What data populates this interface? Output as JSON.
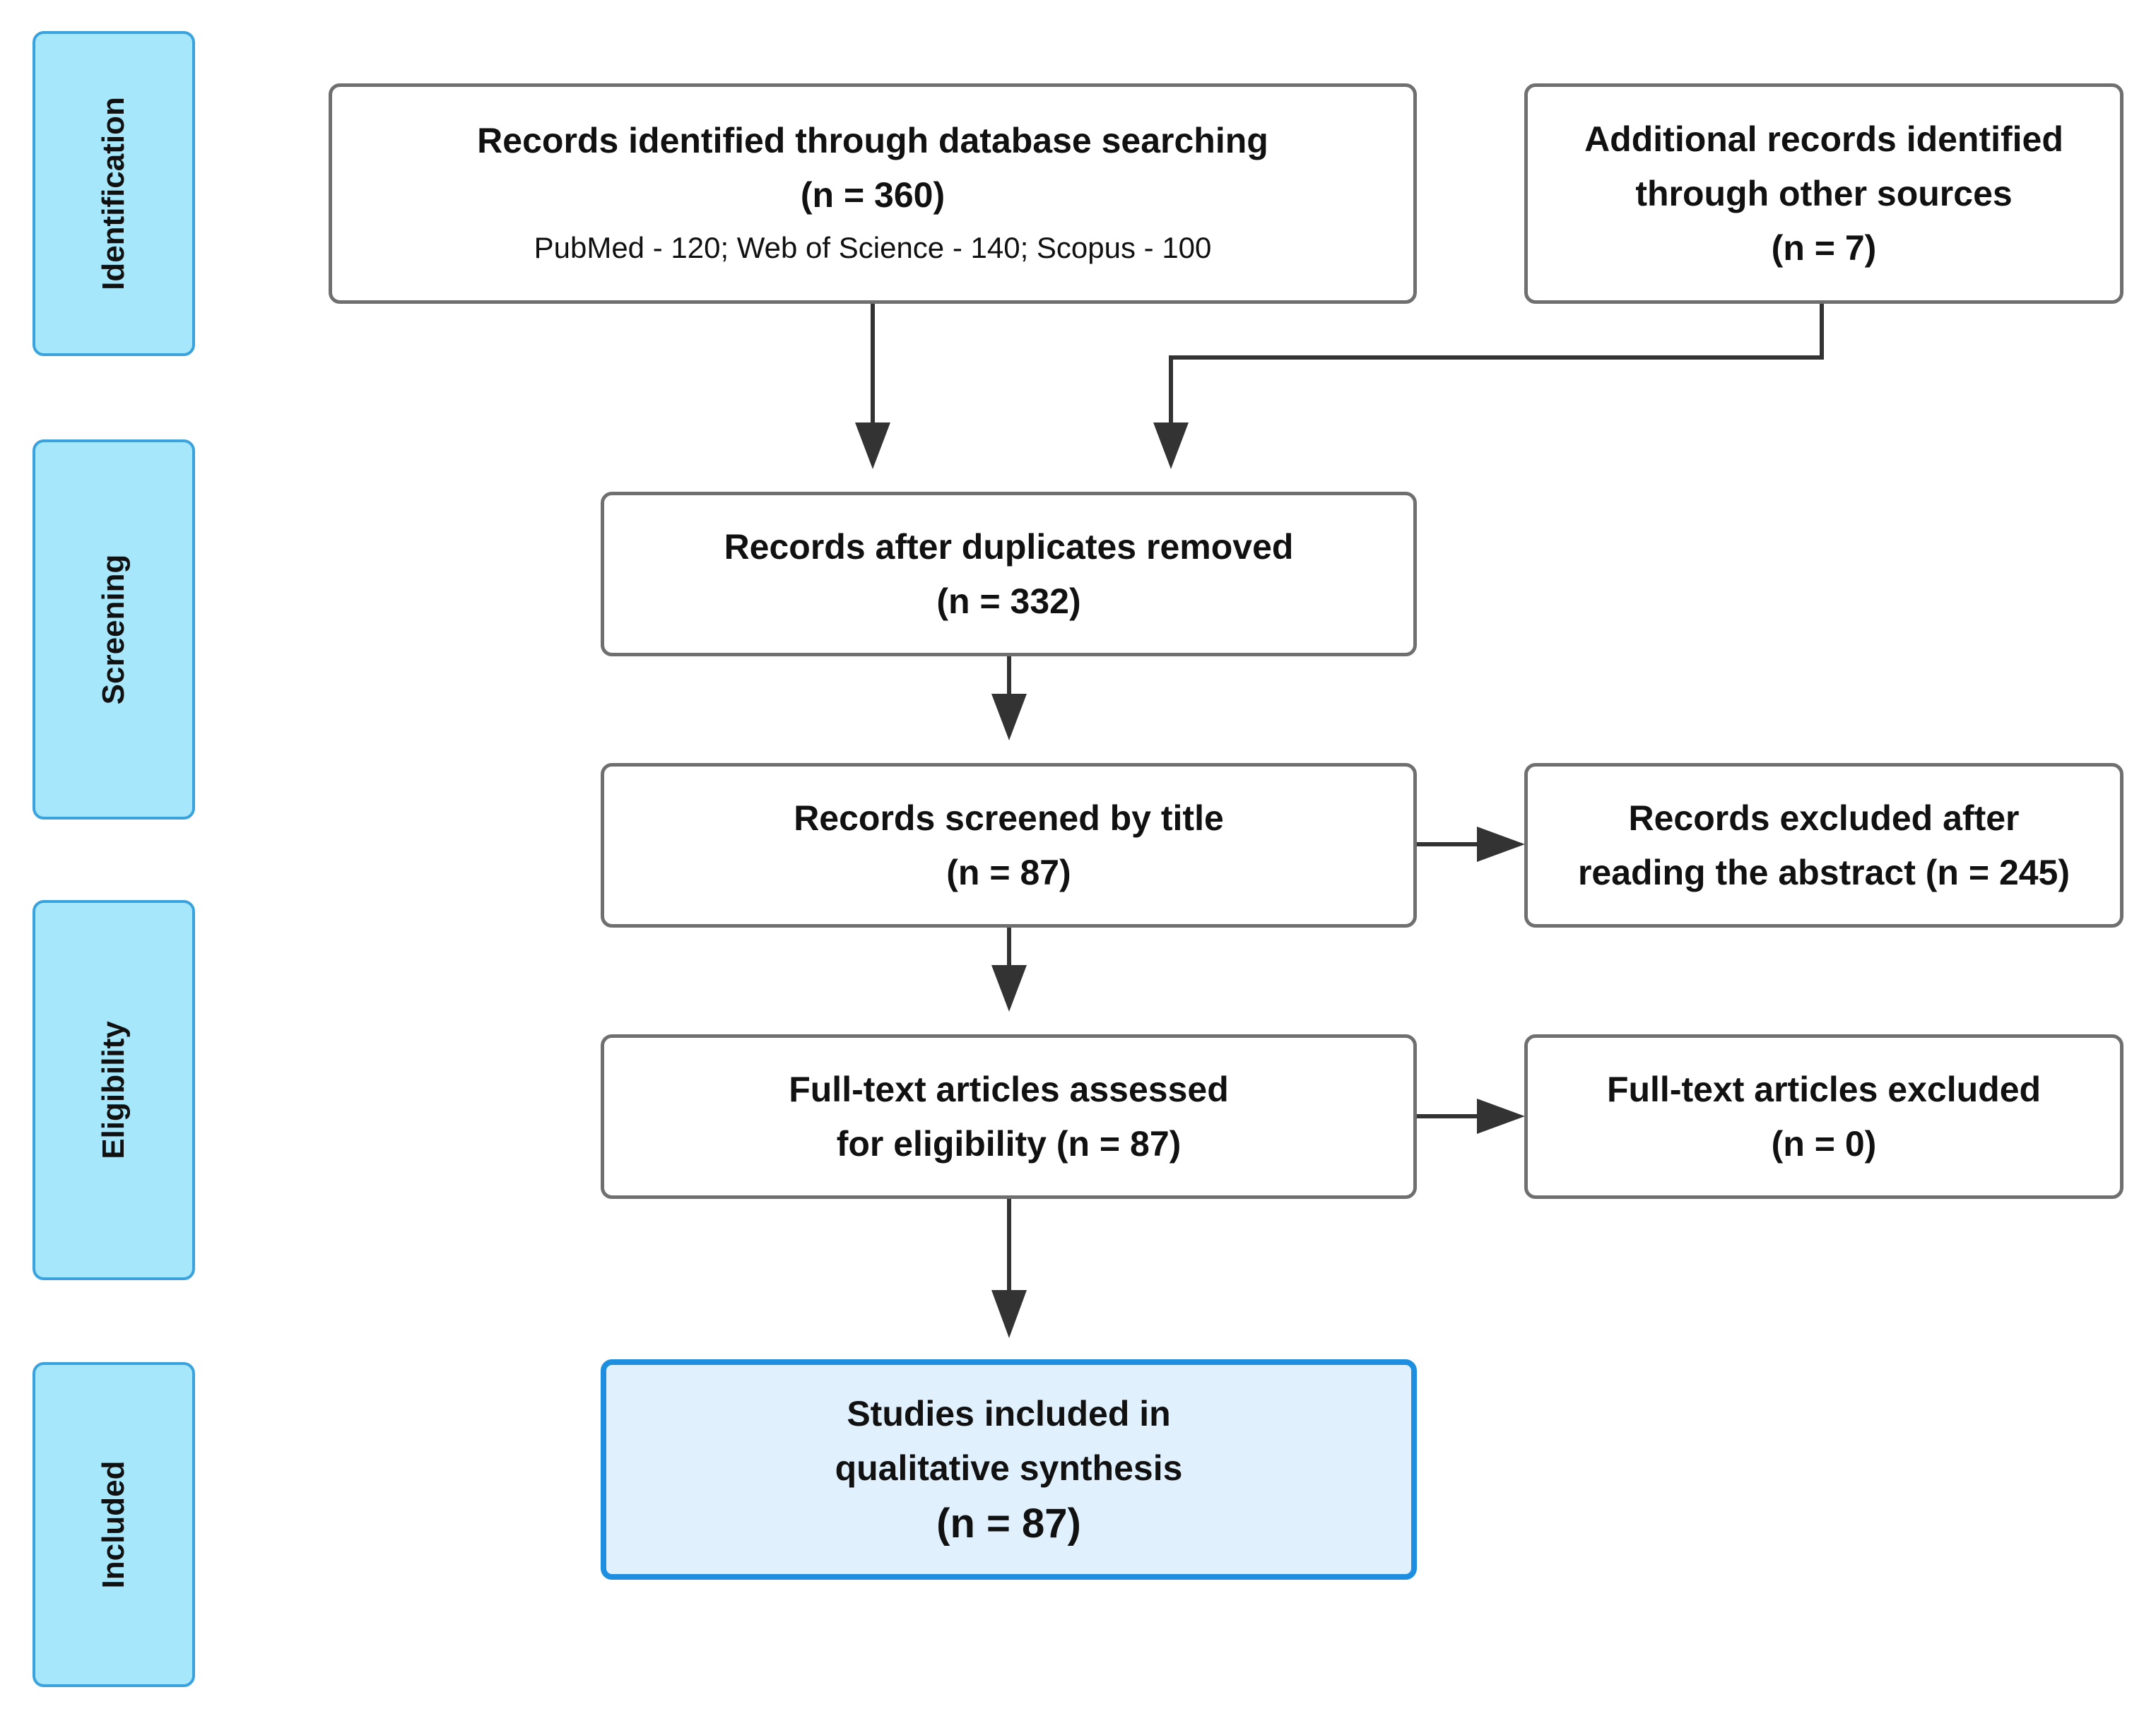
{
  "stages": {
    "identification": "Identification",
    "screening": "Screening",
    "eligibility": "Eligibility",
    "included": "Included"
  },
  "boxes": {
    "database_search": {
      "title": "Records identified through database searching",
      "count": "(n = 360)",
      "detail": "PubMed - 120; Web of Science - 140; Scopus - 100"
    },
    "other_sources": {
      "line1": "Additional records identified",
      "line2": "through other sources",
      "count": "(n = 7)"
    },
    "duplicates_removed": {
      "title": "Records after duplicates removed",
      "count": "(n = 332)"
    },
    "screened_title": {
      "title": "Records screened by title",
      "count": "(n = 87)"
    },
    "excluded_abstract": {
      "line1": "Records excluded after",
      "line2": "reading the abstract (n = 245)"
    },
    "fulltext_assessed": {
      "line1": "Full-text articles assessed",
      "line2": "for eligibility (n = 87)"
    },
    "fulltext_excluded": {
      "title": "Full-text articles excluded",
      "count": "(n = 0)"
    },
    "included_studies": {
      "line1": "Studies included in",
      "line2": "qualitative synthesis",
      "count": "(n = 87)"
    }
  },
  "colors": {
    "stage_fill": "#a6e7fb",
    "stage_border": "#3aa3de",
    "box_border": "#6f6f6f",
    "final_fill": "#e0f1fd",
    "final_border": "#1e8fe0",
    "arrow": "#333333"
  }
}
